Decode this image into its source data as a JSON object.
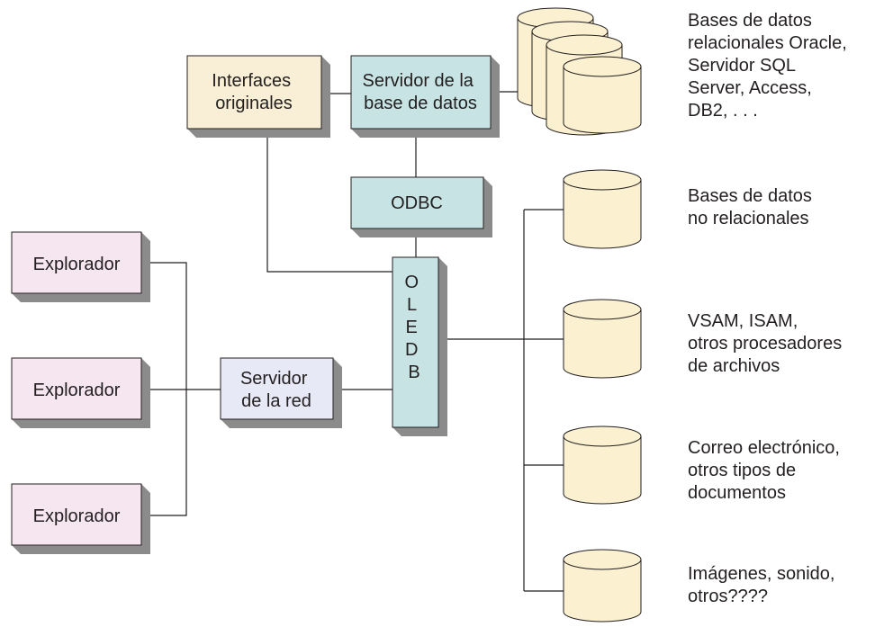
{
  "colors": {
    "browser_fill": "#f6e6ef",
    "legacy_fill": "#f8efd6",
    "teal_fill": "#c7e3e3",
    "webserver_fill": "#e8e9f6",
    "cylinder_fill": "#fbf0d0",
    "shadow": "#8b8b8b",
    "line": "#231f20"
  },
  "nodes": {
    "browser_1": "Explorador",
    "browser_2": "Explorador",
    "browser_3": "Explorador",
    "web_server": [
      "Servidor",
      "de la red"
    ],
    "legacy_interfaces": [
      "Interfaces",
      "originales"
    ],
    "db_server": [
      "Servidor de la",
      "base de datos"
    ],
    "odbc": "ODBC",
    "oledb": [
      "O",
      "L",
      "E",
      "",
      "D",
      "B"
    ]
  },
  "data_sources": [
    {
      "id": "relational",
      "label": [
        "Bases de datos",
        "relacionales Oracle,",
        "Servidor SQL",
        "Server, Access,",
        "DB2, . . ."
      ]
    },
    {
      "id": "nonrelational",
      "label": [
        "Bases de datos",
        "no relacionales"
      ]
    },
    {
      "id": "files",
      "label": [
        "VSAM, ISAM,",
        "otros procesadores",
        "de archivos"
      ]
    },
    {
      "id": "email",
      "label": [
        "Correo electrónico,",
        "otros tipos de",
        "documentos"
      ]
    },
    {
      "id": "media",
      "label": [
        "Imágenes, sonido,",
        "otros????"
      ]
    }
  ]
}
